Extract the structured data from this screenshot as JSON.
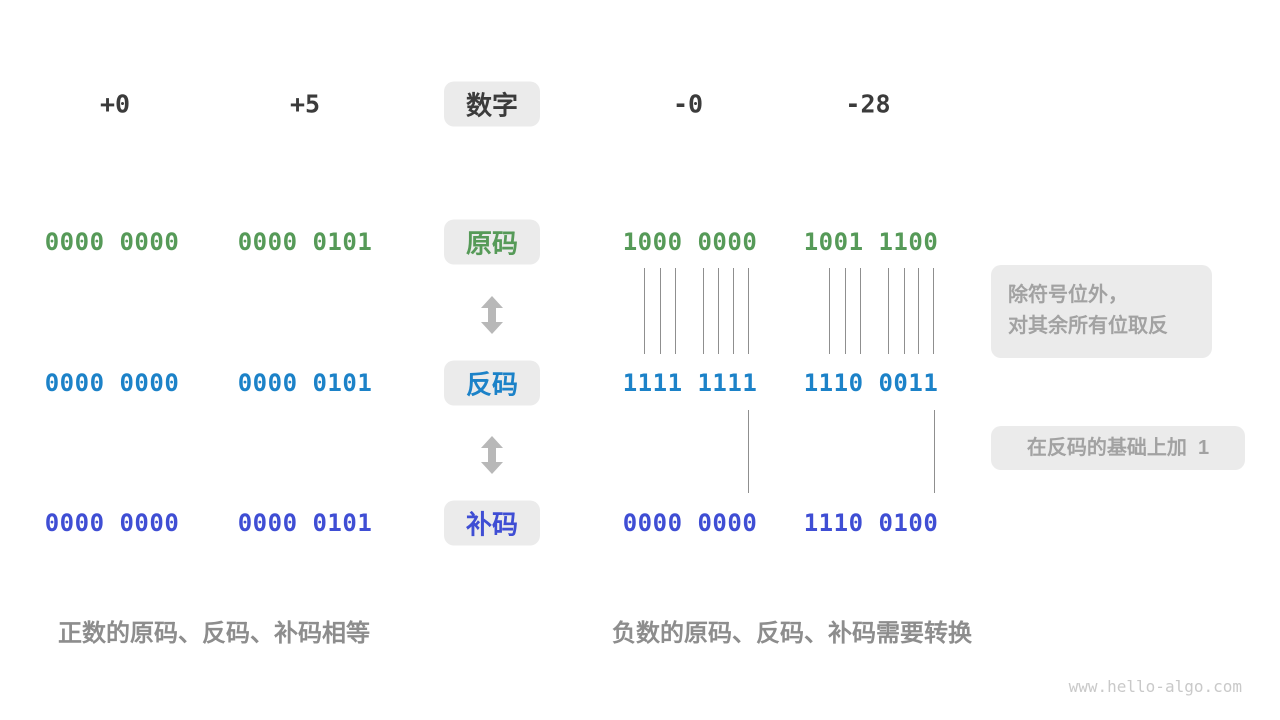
{
  "palette": {
    "dark": "#3b3b3b",
    "green": "#569a58",
    "blue": "#1c82c8",
    "indigo": "#3f4ed4",
    "chip_bg": "#ebebeb",
    "note_text": "#a2a2a2",
    "caption_text": "#8d8d8d",
    "line": "#8f8f8f",
    "arrow": "#b8b8b8",
    "watermark_text": "#c9c9c9"
  },
  "header": {
    "plus_zero": "+0",
    "plus_five": "+5",
    "number_label": "数字",
    "minus_zero": "-0",
    "minus_twenty_eight": "-28"
  },
  "rows": {
    "sign_magnitude": {
      "label": "原码",
      "values": [
        "0000 0000",
        "0000 0101",
        "1000 0000",
        "1001 1100"
      ]
    },
    "ones_complement": {
      "label": "反码",
      "values": [
        "0000 0000",
        "0000 0101",
        "1111 1111",
        "1110 0011"
      ]
    },
    "twos_complement": {
      "label": "补码",
      "values": [
        "0000 0000",
        "0000 0101",
        "0000 0000",
        "1110 0100"
      ]
    }
  },
  "annotations": {
    "invert_line1": "除符号位外，",
    "invert_line2": "对其余所有位取反",
    "add_one": "在反码的基础上加  1"
  },
  "captions": {
    "positive": "正数的原码、反码、补码相等",
    "negative": "负数的原码、反码、补码需要转换"
  },
  "watermark": "www.hello-algo.com"
}
